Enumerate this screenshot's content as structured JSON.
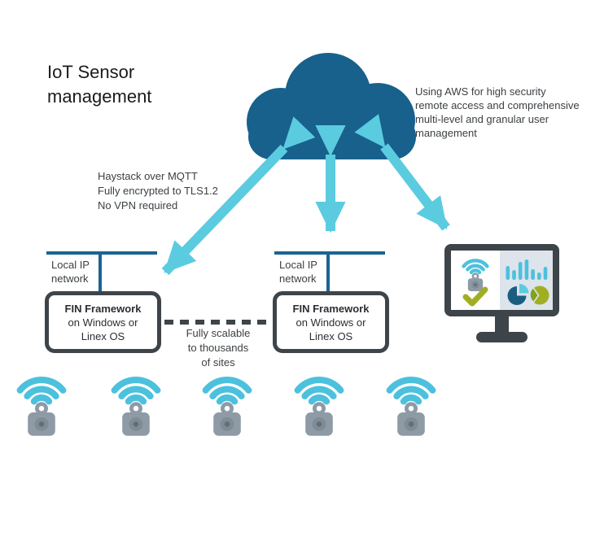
{
  "title": {
    "lines": [
      "IoT Sensor",
      "management"
    ]
  },
  "annotations": {
    "aws": {
      "lines": [
        "Using AWS for high security",
        "remote access and comprehensive",
        "multi-level and granular user",
        "management"
      ]
    },
    "mqtt": {
      "lines": [
        "Haystack over MQTT",
        "Fully encrypted to TLS1.2",
        "No VPN required"
      ]
    },
    "scalable": {
      "lines": [
        "Fully scalable",
        "to thousands",
        "of sites"
      ]
    }
  },
  "network_label": {
    "lines": [
      "Local IP",
      "network"
    ]
  },
  "fin_box": {
    "lines": [
      "FIN Framework",
      "on Windows or",
      "Linex OS"
    ]
  },
  "sensors": {
    "count": 5
  },
  "icons": {
    "cloud": "cloud-icon",
    "arrows": [
      "double-arrow-left-icon",
      "double-arrow-middle-icon",
      "double-arrow-right-icon"
    ],
    "monitor": "monitor-icon",
    "sensor": "wifi-sensor-icon",
    "charts_on_screen": [
      "bar-chart-icon",
      "pie-chart-icon",
      "pie-chart-olive-icon"
    ],
    "check": "checkmark-icon"
  },
  "colors": {
    "cloud": "#17618c",
    "arrow": "#5bcbe0",
    "wifi": "#4cc1dd",
    "frame": "#3d444a",
    "netline": "#1b6491",
    "sensor": "#8e9ba6",
    "panel": "#dde4eb",
    "piedark": "#1b5f80",
    "olive": "#a0af22",
    "olivedark": "#7ea31e",
    "text": "#3c4043"
  }
}
